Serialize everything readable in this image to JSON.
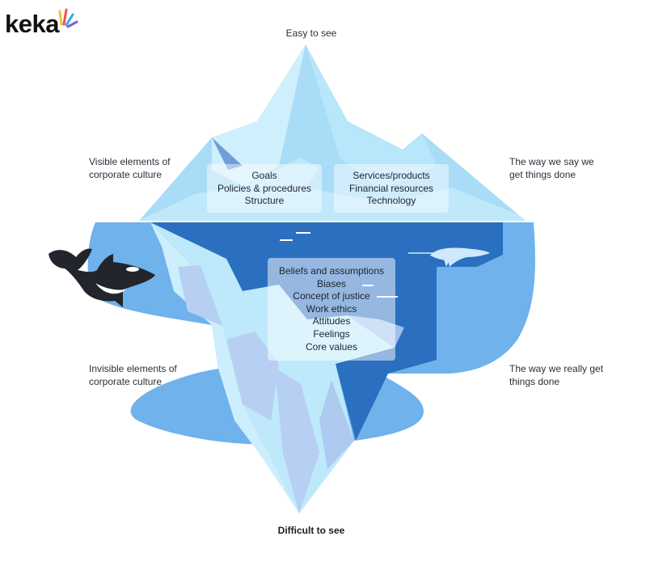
{
  "brand": {
    "name": "keka",
    "ray_colors": [
      "#f2c230",
      "#e8544e",
      "#37a7f0",
      "#7b61d9",
      "#2fc28a"
    ]
  },
  "labels": {
    "top": "Easy to see",
    "bottom": "Difficult to see",
    "visible_left_1": "Visible elements of",
    "visible_left_2": "corporate culture",
    "visible_right_1": "The way we say we",
    "visible_right_2": "get things done",
    "invisible_left_1": "Invisible elements of",
    "invisible_left_2": "corporate culture",
    "invisible_right_1": "The way we really get",
    "invisible_right_2": "things done"
  },
  "visible_boxes": {
    "left": [
      "Goals",
      "Policies & procedures",
      "Structure"
    ],
    "right": [
      "Services/products",
      "Financial resources",
      "Technology"
    ]
  },
  "invisible_box": [
    "Beliefs and assumptions",
    "Biases",
    "Concept of justice",
    "Work ethics",
    "Attitudes",
    "Feelings",
    "Core values"
  ],
  "icons": [
    "keka-logo-rays",
    "orca-icon",
    "narwhal-icon",
    "iceberg-illustration"
  ],
  "colors": {
    "deep_water": "#2a6fc0",
    "light_water": "#6fb2ec",
    "ice_light": "#c8ecfb",
    "ice_mid": "#a9dcf6",
    "ice_shadow": "#b6cff2"
  }
}
